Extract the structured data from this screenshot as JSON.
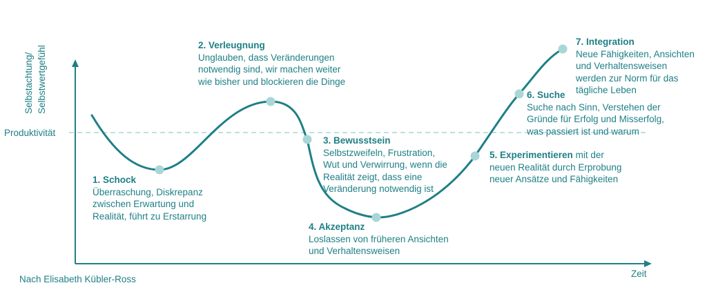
{
  "y_axis_label": [
    "Selbstachtung/",
    "Selbstwertgefühl"
  ],
  "x_axis_label": "Zeit",
  "baseline_label": "Produktivität",
  "credit": "Nach Elisabeth Kübler-Ross",
  "colors": {
    "curve": "#1e7f86",
    "marker": "#a9d6d6",
    "baseline": "#a9d6d6",
    "text": "#1e7f86"
  },
  "stages": [
    {
      "title": "1.   Schock",
      "desc": "Überraschung, Diskrepanz zwischen Erwartung und Realität, führt zu Erstarrung"
    },
    {
      "title": "2. Verleugnung",
      "desc": "Unglauben, dass Veränderungen notwendig sind, wir machen weiter wie bisher und blockieren die Dinge"
    },
    {
      "title": "3. Bewusstsein",
      "desc": "Selbstzweifeln, Frustration, Wut und Verwirrung, wenn die Realität zeigt, dass eine Veränderung notwendig ist"
    },
    {
      "title": "4. Akzeptanz",
      "desc": "Loslassen von früheren Ansichten und Verhaltensweisen"
    },
    {
      "title": "5. Experimentieren",
      "desc": "mit der neuen Realität durch Erprobung neuer Ansätze und Fähigkeiten"
    },
    {
      "title": "6. Suche",
      "desc": "Suche nach Sinn, Verstehen der Gründe für Erfolg und Misserfolg, was passiert ist und warum"
    },
    {
      "title": "7. Integration",
      "desc": "Neue Fähigkeiten, Ansichten und Verhaltensweisen werden zur Norm für das tägliche Leben"
    }
  ]
}
